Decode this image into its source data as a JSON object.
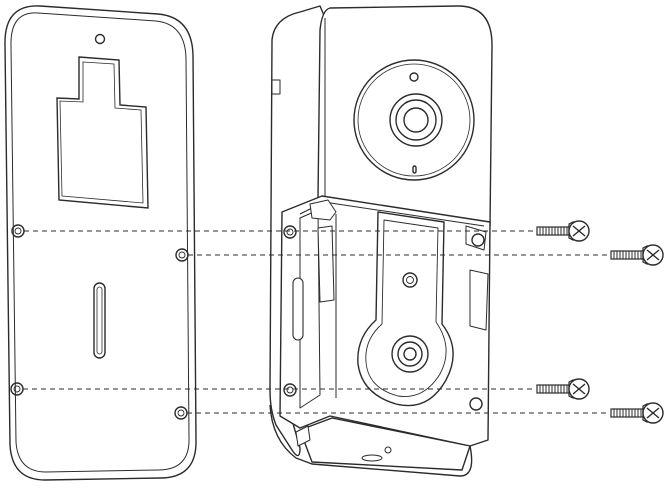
{
  "diagram": {
    "parts": [
      {
        "id": "mounting-plate",
        "role": "wall mounting backplate"
      },
      {
        "id": "doorbell-housing",
        "role": "doorbell body with camera"
      },
      {
        "id": "mounting-screw",
        "role": "screw",
        "count": 4
      }
    ],
    "colors": {
      "line": "#2b2b2b",
      "background": "#ffffff"
    }
  }
}
